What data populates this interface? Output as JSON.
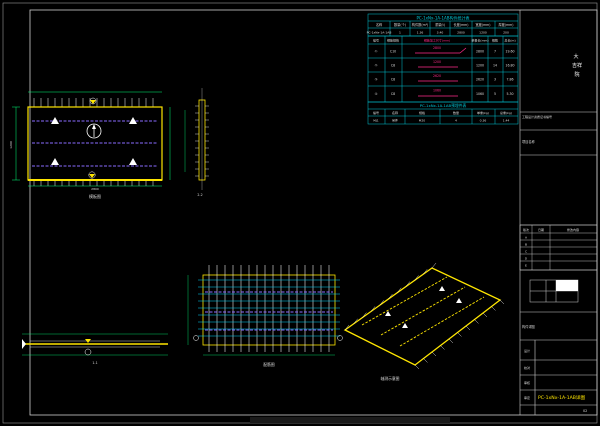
{
  "table1": {
    "title": "PC-1xNx-1A-1AB构件统计表",
    "header": [
      "名称",
      "数量(个)",
      "构件数(m³)",
      "重量(t)",
      "长度(mm)",
      "宽度(mm)",
      "厚度(mm)"
    ],
    "rows": [
      [
        "PC-1xNx-1A-1AB",
        "1",
        "1.36",
        "3.40",
        "2800",
        "1200",
        "200"
      ]
    ]
  },
  "table2": {
    "title": "PC-1xNx-1A-1AB配筋表",
    "header": [
      "编号",
      "钢筋规格",
      "钢筋加工尺寸(mm)",
      "单根长(mm)",
      "根数",
      "总长(m)"
    ],
    "rows": [
      [
        "①",
        "C10",
        "2800",
        "2800",
        "7",
        "19.60"
      ],
      [
        "②",
        "C8",
        "1200",
        "1200",
        "14",
        "16.80"
      ],
      [
        "③",
        "C8",
        "2620",
        "2620",
        "3",
        "7.86"
      ],
      [
        "④",
        "C8",
        "1060",
        "1060",
        "5",
        "5.30"
      ]
    ]
  },
  "table3": {
    "title": "PC-1xNx-1A-1AB预埋件表",
    "header": [
      "编号",
      "名称",
      "规格",
      "数量",
      "单重(kg)",
      "总重(kg)"
    ],
    "rows": [
      [
        "MJ1",
        "吊件",
        "M20",
        "4",
        "0.36",
        "1.44"
      ]
    ]
  },
  "title_block": {
    "company": [
      "大",
      "吉祥",
      "院"
    ],
    "cert": "工程设计资质证书编号",
    "project_label": "项目名称",
    "rev_header": [
      "版次",
      "日期",
      "修改内容"
    ],
    "rev_rows": [
      "A",
      "B",
      "C",
      "D",
      "E"
    ],
    "drawing_title": "构件详图",
    "field_labels": [
      "设计",
      "校对",
      "审核",
      "审定"
    ],
    "drawing_no": "PC-1xNx-1A-1AB详图",
    "sheet": "02"
  },
  "views": {
    "plan_label": "模板图",
    "side_label": "1-1",
    "section_label": "2-2",
    "rebar_label": "配筋图",
    "iso_label": "轴测示意图",
    "dim_length": "2800",
    "dim_width": "1200"
  }
}
